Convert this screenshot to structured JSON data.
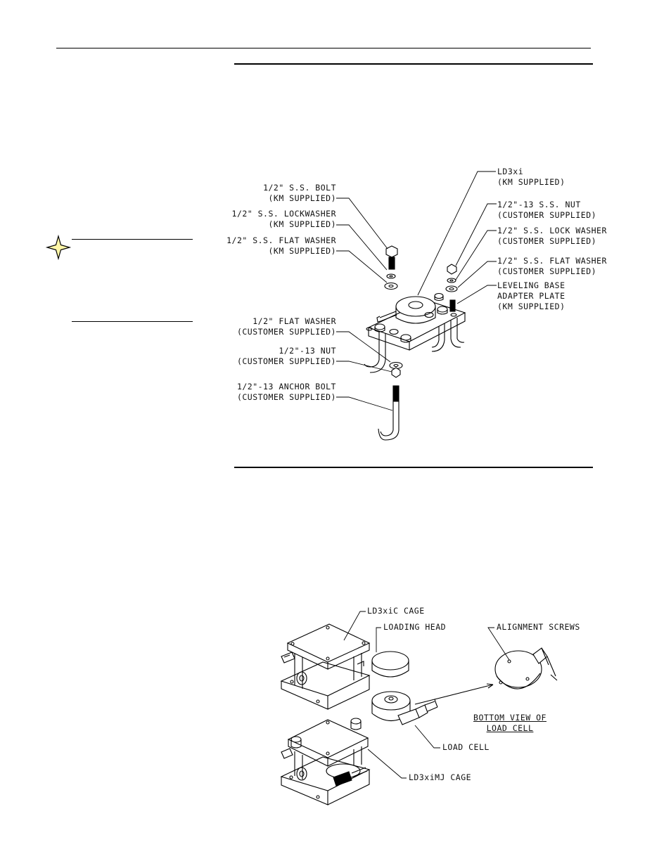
{
  "figure1": {
    "ld3xi": [
      "LD3xi",
      "(KM SUPPLIED)"
    ],
    "bolt": [
      "1/2\" S.S. BOLT",
      "(KM SUPPLIED)"
    ],
    "lockwasher": [
      "1/2\" S.S. LOCKWASHER",
      "(KM SUPPLIED)"
    ],
    "flat_washer_km": [
      "1/2\" S.S. FLAT WASHER",
      "(KM SUPPLIED)"
    ],
    "ss_nut": [
      "1/2\"-13 S.S. NUT",
      "(CUSTOMER SUPPLIED)"
    ],
    "lock_washer_cust": [
      "1/2\" S.S. LOCK WASHER",
      "(CUSTOMER SUPPLIED)"
    ],
    "flat_washer_cust_r": [
      "1/2\" S.S. FLAT WASHER",
      "(CUSTOMER SUPPLIED)"
    ],
    "leveling_base": [
      "LEVELING BASE",
      "ADAPTER PLATE",
      "(KM SUPPLIED)"
    ],
    "flat_washer_cust_l": [
      "1/2\" FLAT WASHER",
      "(CUSTOMER SUPPLIED)"
    ],
    "nut_13": [
      "1/2\"-13 NUT",
      "(CUSTOMER SUPPLIED)"
    ],
    "anchor_bolt": [
      "1/2\"-13 ANCHOR BOLT",
      "(CUSTOMER SUPPLIED)"
    ]
  },
  "figure2": {
    "cage_c": "LD3xiC CAGE",
    "loading_head": "LOADING HEAD",
    "alignment_screws": "ALIGNMENT SCREWS",
    "bottom_view": [
      "BOTTOM VIEW OF",
      "LOAD CELL"
    ],
    "load_cell": "LOAD CELL",
    "cage_mj": "LD3xiMJ CAGE"
  }
}
